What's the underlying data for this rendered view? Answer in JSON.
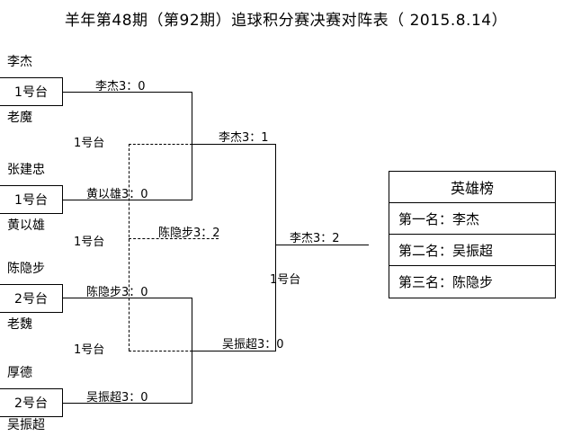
{
  "title": "羊年第48期（第92期）追球积分赛决赛对阵表（ 2015.8.14）",
  "bracket": {
    "round1": [
      {
        "top_player": "李杰",
        "bottom_player": "老魔",
        "table": "1号台",
        "result": "李杰3：0"
      },
      {
        "top_player": "张建忠",
        "bottom_player": "黄以雄",
        "table": "1号台",
        "result": "黄以雄3：0"
      },
      {
        "top_player": "陈隐步",
        "bottom_player": "老魏",
        "table": "2号台",
        "result": "陈隐步3：0"
      },
      {
        "top_player": "厚德",
        "bottom_player": "吴振超",
        "table": "2号台",
        "result": "吴振超3：0"
      }
    ],
    "semifinals": [
      {
        "table": "1号台",
        "result": "李杰3：1"
      },
      {
        "table": "1号台",
        "result": "吴振超3：0"
      }
    ],
    "final": {
      "table": "1号台",
      "result": "李杰3：2"
    },
    "third_place": {
      "table": "1号台",
      "result": "陈隐步3：2"
    }
  },
  "hero_board": {
    "title": "英雄榜",
    "rows": [
      "第一名：李杰",
      "第二名：吴振超",
      "第三名：陈隐步"
    ]
  }
}
